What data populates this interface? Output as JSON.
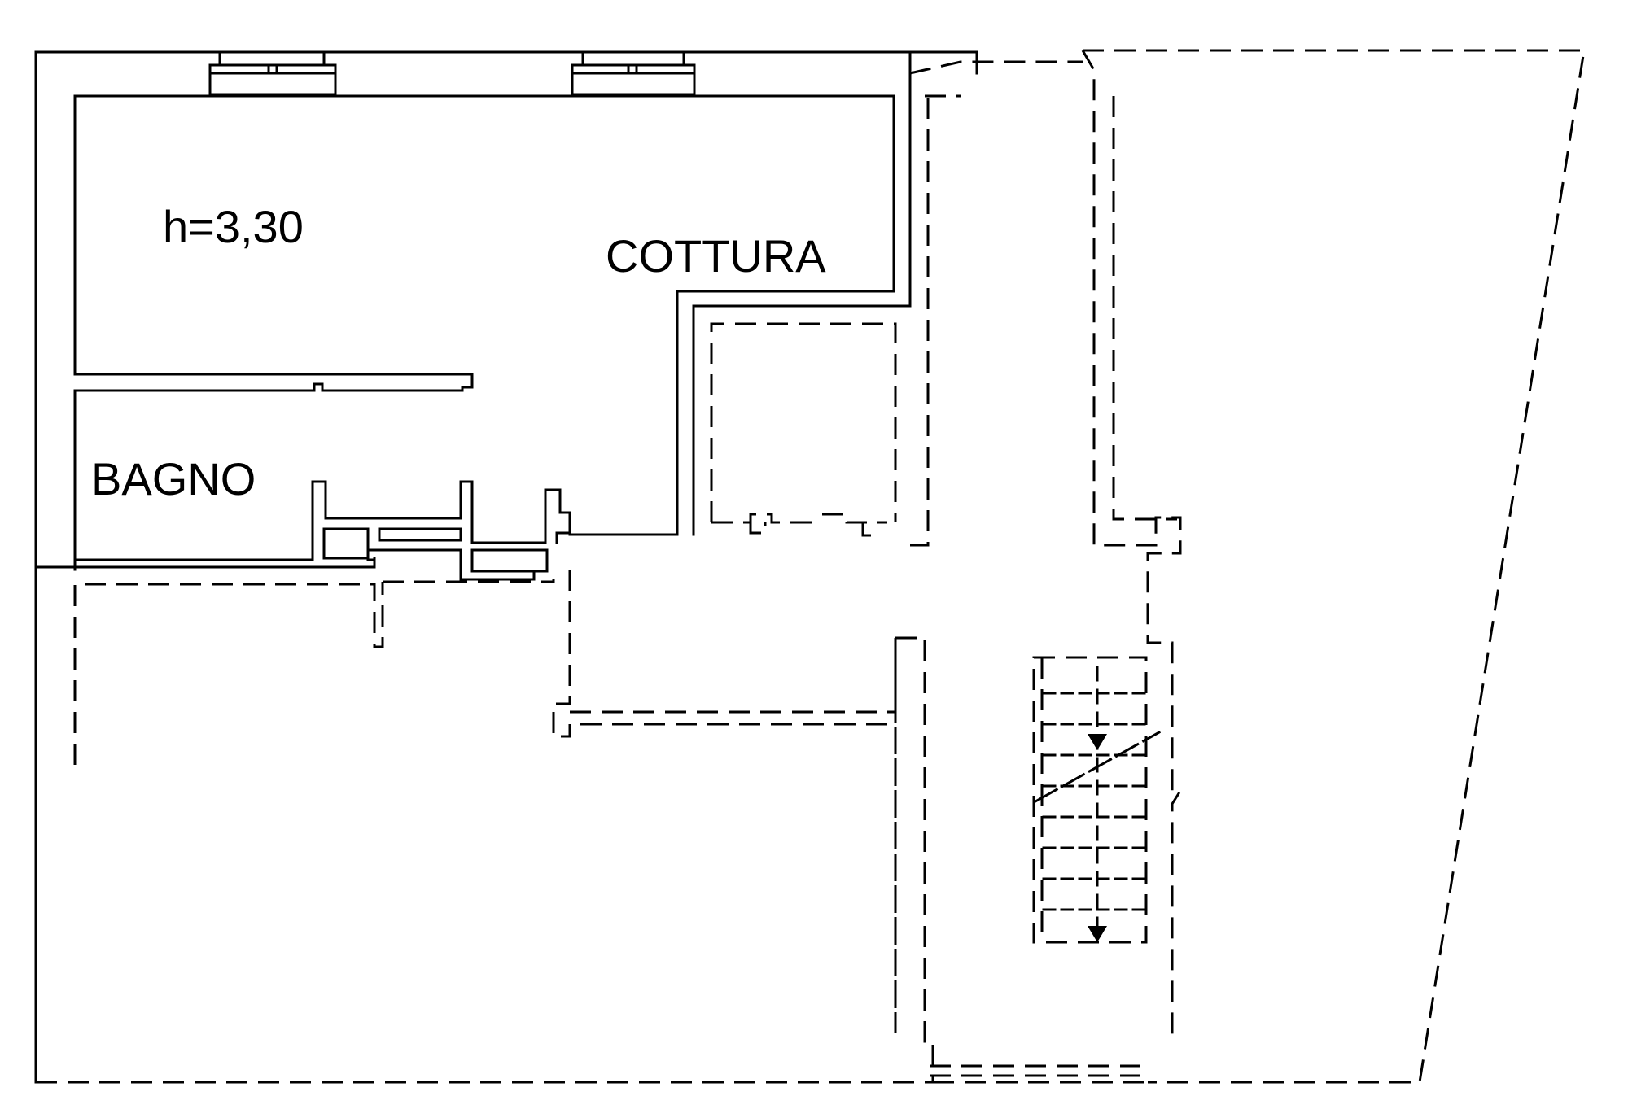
{
  "plan": {
    "labels": {
      "height": "h=3,30",
      "kitchen": "COTTURA",
      "bathroom": "BAGNO"
    },
    "colors": {
      "line": "#000000",
      "background": "#ffffff"
    }
  }
}
